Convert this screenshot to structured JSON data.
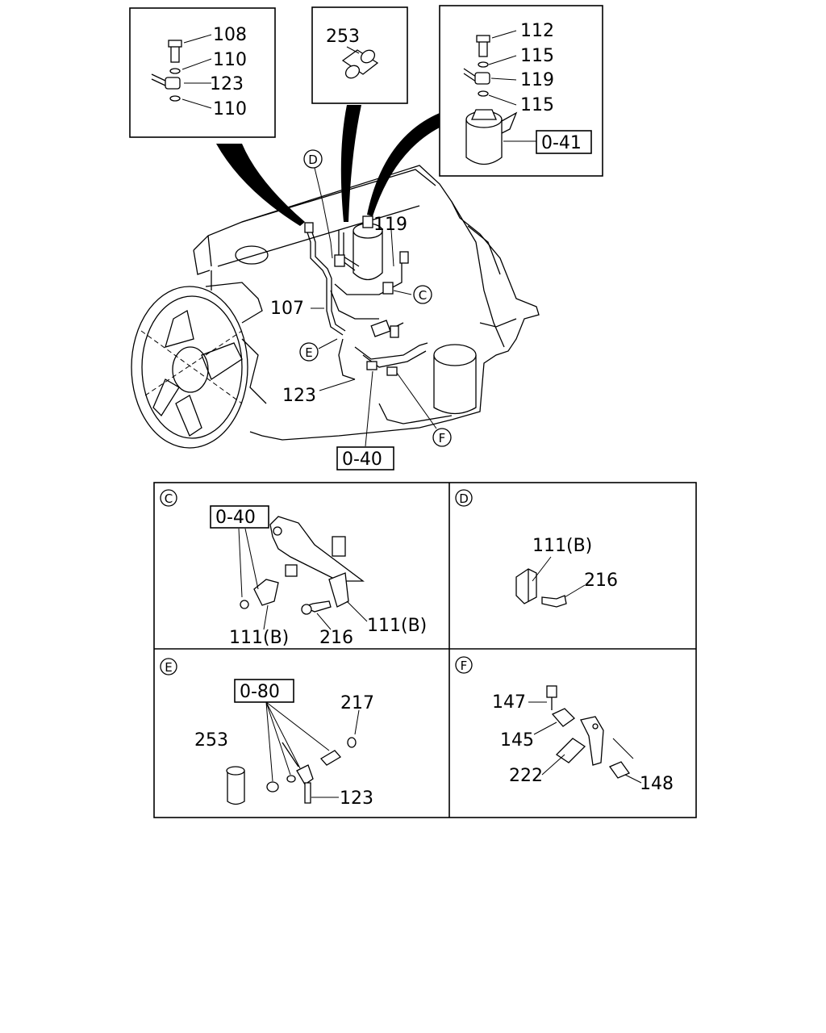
{
  "top_left_callout": {
    "parts": [
      "108",
      "110",
      "123",
      "110"
    ]
  },
  "top_center_callout": {
    "parts": [
      "253"
    ]
  },
  "top_right_callout": {
    "parts": [
      "112",
      "115",
      "119",
      "115"
    ],
    "ref": "0-41"
  },
  "main": {
    "circle_labels": [
      "D",
      "C",
      "E",
      "F"
    ],
    "parts": [
      "119",
      "107",
      "123"
    ],
    "ref": "0-40"
  },
  "detail_c": {
    "title": "C",
    "ref": "0-40",
    "parts": [
      "111(B)",
      "216",
      "111(B)"
    ]
  },
  "detail_d": {
    "title": "D",
    "parts": [
      "111(B)",
      "216"
    ]
  },
  "detail_e": {
    "title": "E",
    "ref": "0-80",
    "parts": [
      "217",
      "253",
      "123"
    ]
  },
  "detail_f": {
    "title": "F",
    "parts": [
      "147",
      "145",
      "222",
      "148"
    ]
  }
}
